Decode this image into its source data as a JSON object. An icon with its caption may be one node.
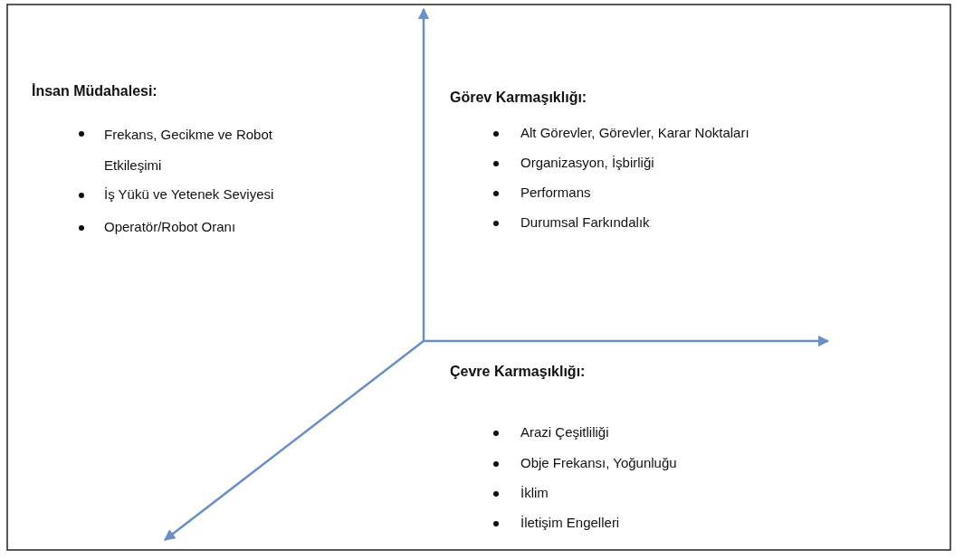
{
  "diagram": {
    "labels": [
      "İnsan Müdahalesi:",
      "Frekans, Gecikme ve Robot Etkileşimi",
      "İş Yükü ve Yetenek Seviyesi",
      "Operatör/Robot Oranı",
      "Görev Karmaşıklığı:",
      "Alt Görevler, Görevler, Karar Noktaları",
      "Organizasyon, İşbirliği",
      "Performans",
      "Durumsal Farkındalık",
      "Çevre Karmaşıklığı:",
      "Arazi Çeşitliliği",
      "Obje Frekansı, Yoğunluğu",
      "İklim",
      "İletişim Engelleri"
    ]
  }
}
